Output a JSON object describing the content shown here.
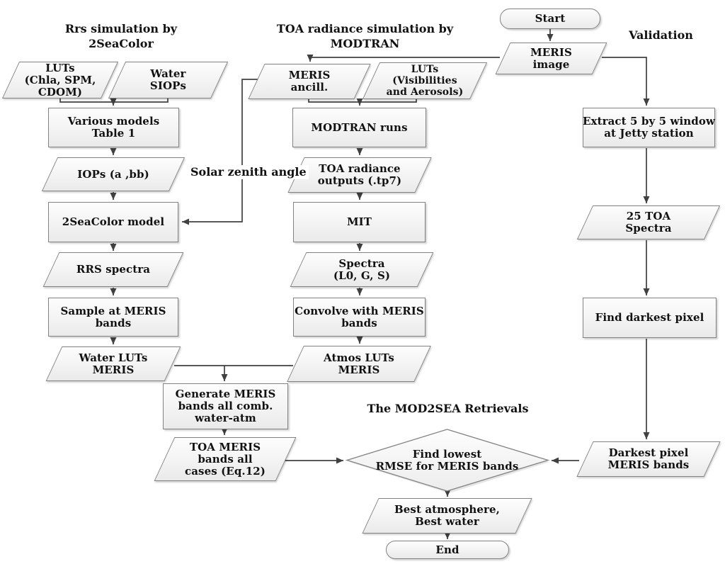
{
  "headers": {
    "left_column": "Rrs simulation by\n2SeaColor",
    "middle_column": "TOA radiance simulation by\nMODTRAN",
    "right_column": "Validation",
    "retrievals_section": "The MOD2SEA Retrievals"
  },
  "edge_labels": {
    "solar_zenith": "Solar zenith angle"
  },
  "nodes": {
    "start": "Start",
    "meris_image": "MERIS\nimage",
    "luts_chla_spm_cdom": "LUTs\n(Chla, SPM,\nCDOM)",
    "water_siops": "Water\nSIOPs",
    "various_models": "Various models\nTable 1",
    "iops": "IOPs (a ,bb)",
    "seacolor_model": "2SeaColor model",
    "rrs_spectra": "RRS spectra",
    "sample_at_meris_bands": "Sample at MERIS\nbands",
    "water_luts_meris": "Water LUTs\nMERIS",
    "meris_ancill": "MERIS\nancill.",
    "luts_visibilities_aerosols": "LUTs\n(Visibilities\nand Aerosols)",
    "modtran_runs": "MODTRAN runs",
    "toa_radiance_outputs": "TOA radiance\noutputs (.tp7)",
    "mit": "MIT",
    "spectra_l0_g_s": "Spectra\n(L0, G, S)",
    "convolve_with_meris_bands": "Convolve with MERIS\nbands",
    "atmos_luts_meris": "Atmos LUTs\nMERIS",
    "generate_meris_bands": "Generate MERIS\nbands all comb.\nwater-atm",
    "toa_meris_bands_all_cases": "TOA MERIS\nbands all\ncases (Eq.12)",
    "find_lowest_rmse": "Find lowest\nRMSE for MERIS bands",
    "best_atmosphere_best_water": "Best atmosphere,\nBest water",
    "end": "End",
    "extract_window": "Extract 5 by 5 window\nat Jetty station",
    "toa_spectra_25": "25 TOA\nSpectra",
    "find_darkest_pixel": "Find darkest pixel",
    "darkest_pixel_meris_bands": "Darkest pixel\nMERIS bands"
  },
  "colors": {
    "node_fill_top": "#fdfdfd",
    "node_fill_bottom": "#eaeaea",
    "node_border": "#828282",
    "connector": "#404040",
    "text": "#111111",
    "background": "#ffffff"
  }
}
